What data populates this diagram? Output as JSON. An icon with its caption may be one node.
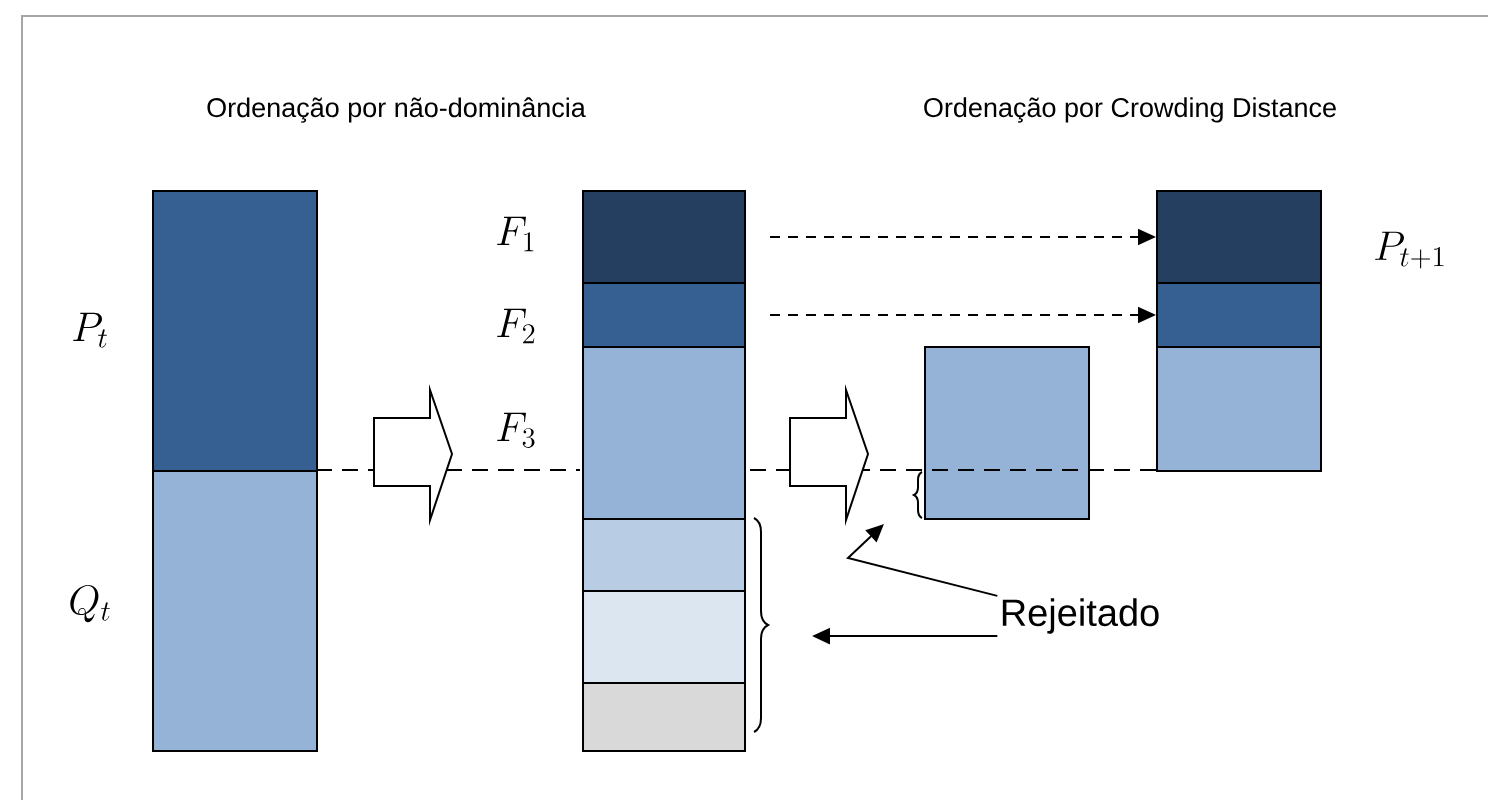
{
  "diagram": {
    "nodes": [
      {
        "text": [],
        "shape": "box",
        "beside": [
          "P_t"
        ]
      },
      {
        "text": [],
        "shape": "box",
        "beside": [
          "Q_t"
        ]
      },
      {
        "text": [],
        "shape": "box",
        "beside": [
          "F_1"
        ]
      },
      {
        "text": [],
        "shape": "box",
        "beside": [
          "F_2"
        ]
      },
      {
        "text": [],
        "shape": "box",
        "beside": [
          "F_3"
        ]
      },
      {
        "text": [],
        "shape": "box"
      },
      {
        "text": [],
        "shape": "box"
      },
      {
        "text": [],
        "shape": "box"
      },
      {
        "text": [],
        "shape": "box"
      },
      {
        "text": [],
        "shape": "box",
        "beside": [
          "P_{t+1}"
        ]
      },
      {
        "text": [],
        "shape": "box"
      },
      {
        "text": [],
        "shape": "box"
      },
      {
        "text": [
          "Rejeitado"
        ]
      }
    ],
    "edges": [
      {
        "from": 2,
        "to": 9,
        "arrow": "to",
        "style": "dashed"
      },
      {
        "from": 3,
        "to": 10,
        "arrow": "to",
        "style": "dashed"
      },
      {
        "from": 12,
        "to": null,
        "arrow": "to"
      },
      {
        "from": 12,
        "to": null,
        "arrow": "to"
      },
      {
        "from": 0,
        "to": 4,
        "arrow": "to",
        "style": "thick"
      },
      {
        "from": 4,
        "to": 8,
        "arrow": "to",
        "style": "thick"
      }
    ],
    "labels": [
      "Ordenação por não-dominância",
      "Ordenação por Crowding Distance"
    ]
  }
}
